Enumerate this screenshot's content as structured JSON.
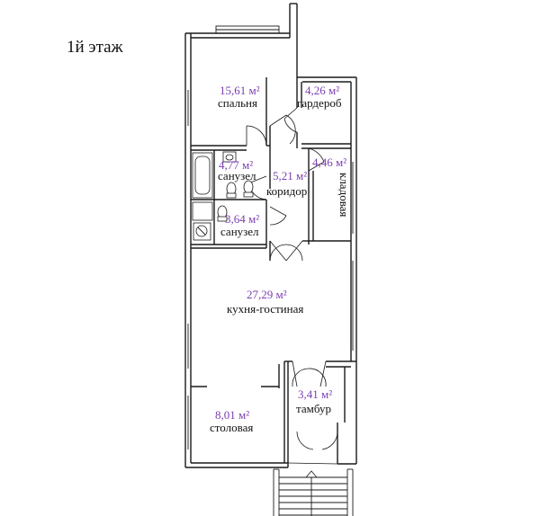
{
  "floor_title": "1й этаж",
  "rooms": [
    {
      "key": "bedroom",
      "area": "15,61 м²",
      "name": "спальня"
    },
    {
      "key": "wardrobe",
      "area": "4,26 м²",
      "name": "гардероб"
    },
    {
      "key": "bath1",
      "area": "4,77 м²",
      "name": "санузел"
    },
    {
      "key": "corridor",
      "area": "5,21 м²",
      "name": "коридор"
    },
    {
      "key": "pantry",
      "area": "4,46 м²",
      "name": "кладовая"
    },
    {
      "key": "bath2",
      "area": "3,64 м²",
      "name": "санузел"
    },
    {
      "key": "kitchen",
      "area": "27,29 м²",
      "name": "кухня-гостиная"
    },
    {
      "key": "vestibule",
      "area": "3,41 м²",
      "name": "тамбур"
    },
    {
      "key": "dining",
      "area": "8,01 м²",
      "name": "столовая"
    }
  ]
}
